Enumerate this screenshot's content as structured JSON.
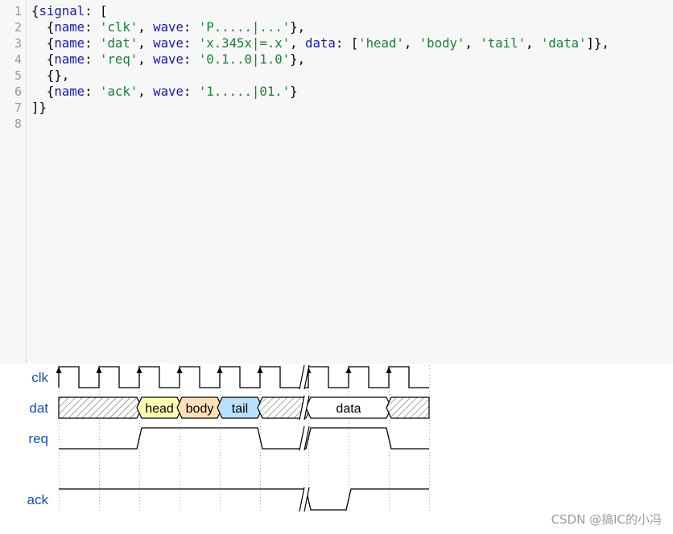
{
  "editor": {
    "lines": [
      [
        [
          "{",
          "pun"
        ],
        [
          "signal",
          "key"
        ],
        [
          ": [",
          "pun"
        ]
      ],
      [
        [
          "  {",
          "pun"
        ],
        [
          "name",
          "key"
        ],
        [
          ": ",
          "pun"
        ],
        [
          "'clk'",
          "str"
        ],
        [
          ", ",
          "pun"
        ],
        [
          "wave",
          "key"
        ],
        [
          ": ",
          "pun"
        ],
        [
          "'P.....|...'",
          "str"
        ],
        [
          "},",
          "pun"
        ]
      ],
      [
        [
          "  {",
          "pun"
        ],
        [
          "name",
          "key"
        ],
        [
          ": ",
          "pun"
        ],
        [
          "'dat'",
          "str"
        ],
        [
          ", ",
          "pun"
        ],
        [
          "wave",
          "key"
        ],
        [
          ": ",
          "pun"
        ],
        [
          "'x.345x|=.x'",
          "str"
        ],
        [
          ", ",
          "pun"
        ],
        [
          "data",
          "key"
        ],
        [
          ": [",
          "pun"
        ],
        [
          "'head'",
          "str"
        ],
        [
          ", ",
          "pun"
        ],
        [
          "'body'",
          "str"
        ],
        [
          ", ",
          "pun"
        ],
        [
          "'tail'",
          "str"
        ],
        [
          ", ",
          "pun"
        ],
        [
          "'data'",
          "str"
        ],
        [
          "]},",
          "pun"
        ]
      ],
      [
        [
          "  {",
          "pun"
        ],
        [
          "name",
          "key"
        ],
        [
          ": ",
          "pun"
        ],
        [
          "'req'",
          "str"
        ],
        [
          ", ",
          "pun"
        ],
        [
          "wave",
          "key"
        ],
        [
          ": ",
          "pun"
        ],
        [
          "'0.1..0|1.0'",
          "str"
        ],
        [
          "},",
          "pun"
        ]
      ],
      [
        [
          "  {},",
          "pun"
        ]
      ],
      [
        [
          "  {",
          "pun"
        ],
        [
          "name",
          "key"
        ],
        [
          ": ",
          "pun"
        ],
        [
          "'ack'",
          "str"
        ],
        [
          ", ",
          "pun"
        ],
        [
          "wave",
          "key"
        ],
        [
          ": ",
          "pun"
        ],
        [
          "'1.....|01.'",
          "str"
        ],
        [
          "}",
          "pun"
        ]
      ],
      [
        [
          "]}",
          "pun"
        ]
      ],
      []
    ]
  },
  "waveform": {
    "signals": [
      {
        "name": "clk",
        "wave": "P.....|..."
      },
      {
        "name": "dat",
        "wave": "x.345x|=.x",
        "data": [
          "head",
          "body",
          "tail",
          "data"
        ]
      },
      {
        "name": "req",
        "wave": "0.1..0|1.0"
      },
      {
        "name": "",
        "wave": ""
      },
      {
        "name": "ack",
        "wave": "1.....|01."
      }
    ],
    "colors": {
      "line": "#000000",
      "grid": "#aaaaaa",
      "label": "#1a4eb0",
      "hatch": "#555555",
      "cell3": "#ffffb4",
      "cell4": "#ffe0b9",
      "cell5": "#b9e0ff",
      "cellEq": "#ffffff"
    }
  },
  "watermark": "CSDN @搞IC的小冯"
}
